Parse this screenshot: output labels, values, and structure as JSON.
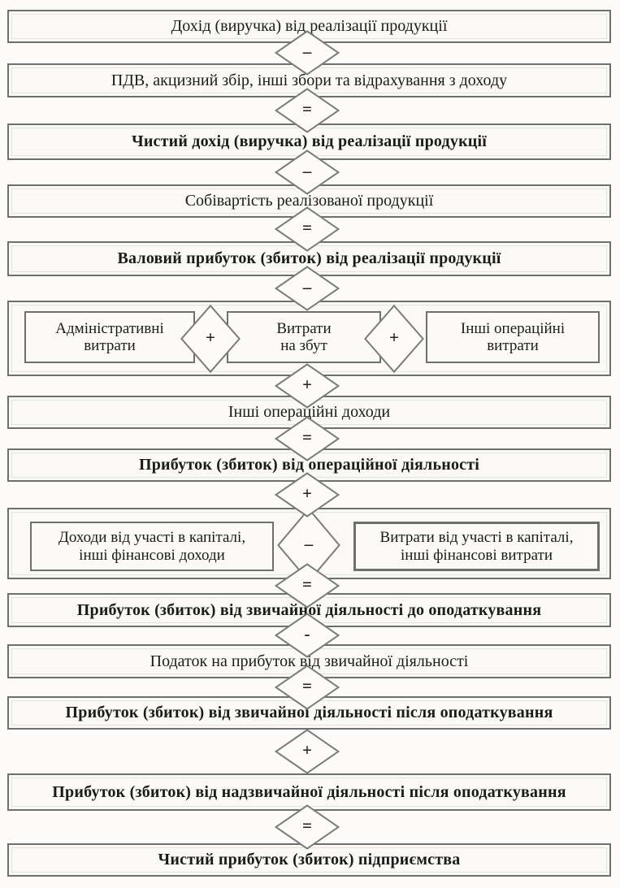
{
  "flowchart": {
    "boxes": {
      "revenue": "Дохід (виручка) від реалізації продукції",
      "vat": "ПДВ, акцизний збір, інші збори та відрахування з доходу",
      "net_revenue": "Чистий дохід (виручка) від реалізації продукції",
      "cost_of_sales": "Собівартість реалізованої продукції",
      "gross_profit": "Валовий прибуток (збиток) від реалізації продукції",
      "admin_expenses": {
        "line1": "Адміністративні",
        "line2": "витрати"
      },
      "selling_expenses": {
        "line1": "Витрати",
        "line2": "на збут"
      },
      "other_operating_expenses": {
        "line1": "Інші операційні",
        "line2": "витрати"
      },
      "other_operating_income": "Інші операційні доходи",
      "operating_profit": "Прибуток (збиток) від операційної діяльності",
      "capital_income": {
        "line1": "Доходи від участі в капіталі,",
        "line2": "інші фінансові доходи"
      },
      "capital_expenses": {
        "line1": "Витрати від участі в капіталі,",
        "line2": "інші фінансові витрати"
      },
      "profit_before_tax": "Прибуток (збиток) від звичайної діяльності до оподаткування",
      "income_tax": "Податок на прибуток від звичайної діяльності",
      "profit_after_tax": "Прибуток (збиток) від звичайної діяльності після оподаткування",
      "extraordinary_profit": "Прибуток (збиток) від надзвичайної діяльності після оподаткування",
      "net_profit": "Чистий прибуток (збиток) підприємства"
    },
    "operators": {
      "minus": "–",
      "equals": "=",
      "plus": "+",
      "hyphen": "-"
    },
    "colors": {
      "border": "#6f6f6f",
      "background": "#fcfbf9",
      "text": "#1b1b1b"
    }
  }
}
